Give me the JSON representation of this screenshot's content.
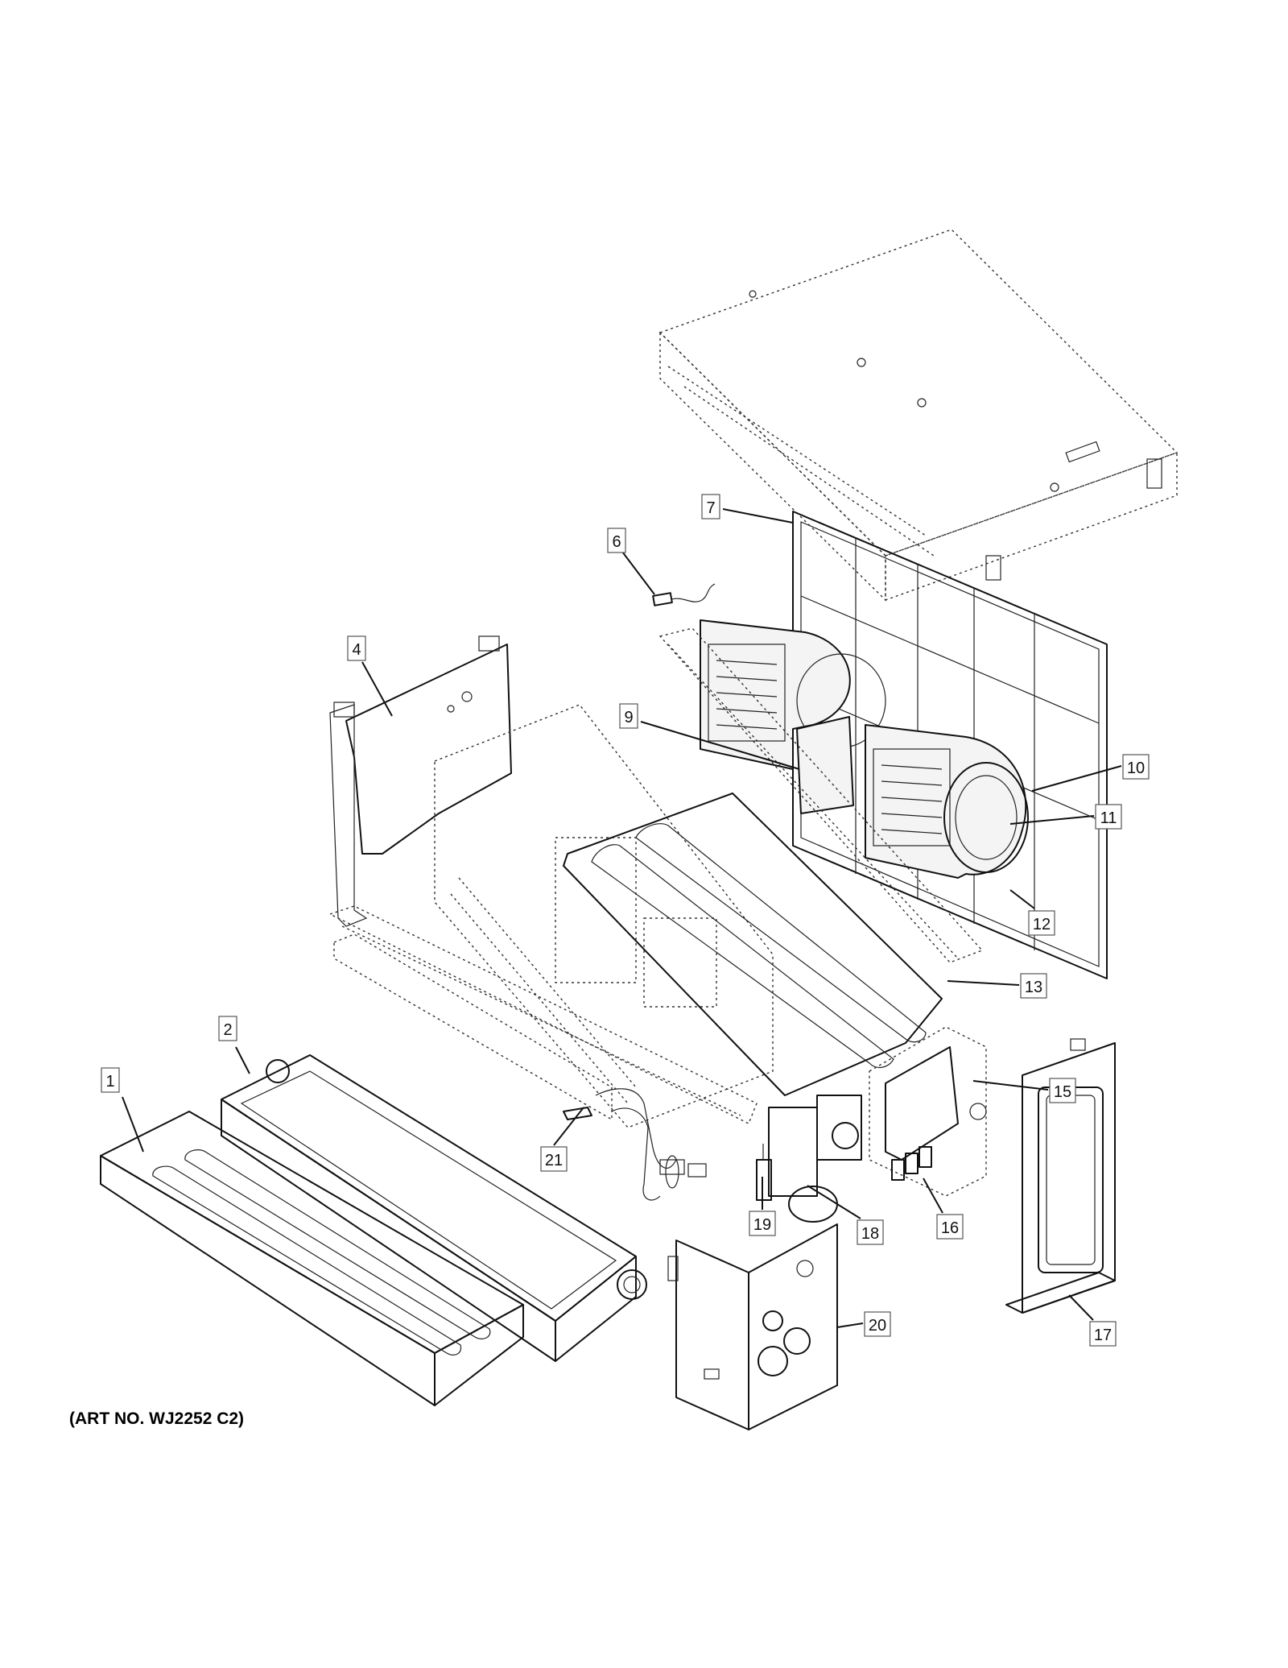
{
  "callouts": [
    "1",
    "2",
    "4",
    "6",
    "7",
    "9",
    "10",
    "11",
    "12",
    "13",
    "15",
    "16",
    "17",
    "18",
    "19",
    "20",
    "21"
  ],
  "art_number": "(ART NO. WJ2252 C2)"
}
